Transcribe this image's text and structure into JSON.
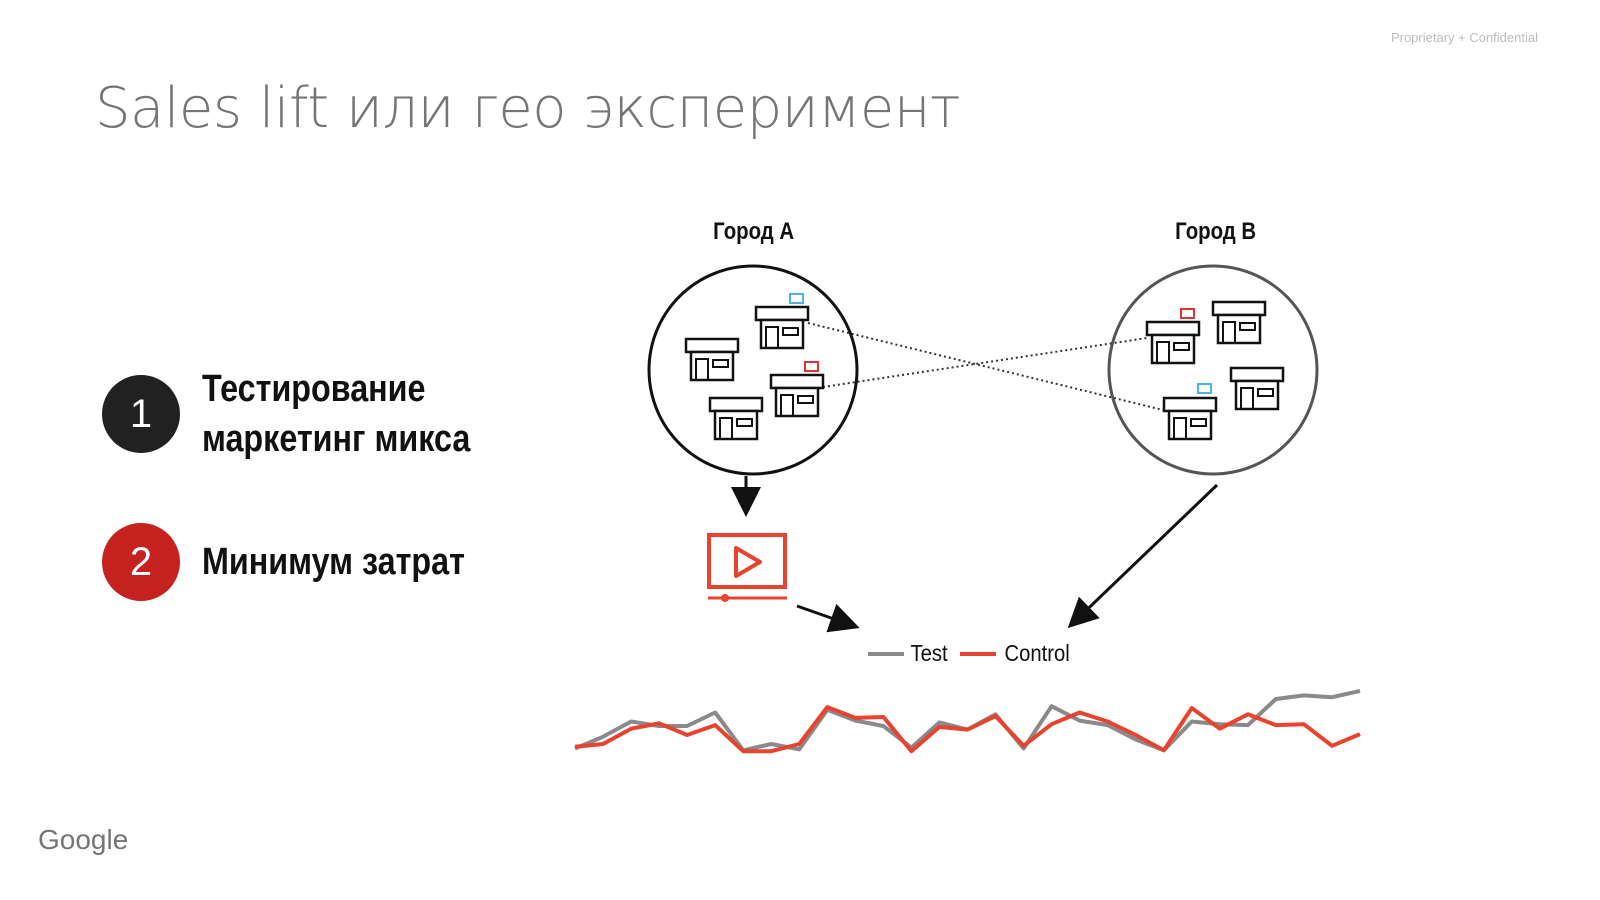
{
  "header": {
    "confidential": "Proprietary + Confidential",
    "title": "Sales lift или гео эксперимент"
  },
  "items": [
    {
      "number": "1",
      "text": "Тестирование\nмаркетинг микса",
      "color": "#212121"
    },
    {
      "number": "2",
      "text": "Минимум затрат",
      "color": "#c5221f"
    }
  ],
  "diagram": {
    "city_a": "Город A",
    "city_b": "Город B"
  },
  "legend": {
    "test": "Test",
    "control": "Control",
    "test_color": "#8a8a8a",
    "control_color": "#e8432e"
  },
  "footer": {
    "logo": "Google"
  },
  "chart_data": {
    "type": "line",
    "x": [
      1,
      2,
      3,
      4,
      5,
      6,
      7,
      8,
      9,
      10,
      11,
      12,
      13,
      14,
      15,
      16,
      17,
      18,
      19,
      20,
      21,
      22,
      23,
      24,
      25,
      26,
      27,
      28,
      29
    ],
    "series": [
      {
        "name": "Test",
        "values": [
          35,
          48,
          65,
          60,
          60,
          75,
          33,
          40,
          34,
          78,
          66,
          60,
          36,
          64,
          56,
          73,
          35,
          82,
          66,
          61,
          45,
          33,
          65,
          62,
          61,
          90,
          94,
          92,
          99
        ]
      },
      {
        "name": "Control",
        "values": [
          37,
          40,
          57,
          63,
          50,
          61,
          32,
          32,
          40,
          81,
          69,
          70,
          32,
          59,
          56,
          71,
          38,
          62,
          75,
          65,
          50,
          33,
          80,
          57,
          73,
          61,
          62,
          38,
          51
        ]
      }
    ],
    "ylim": [
      0,
      100
    ]
  }
}
